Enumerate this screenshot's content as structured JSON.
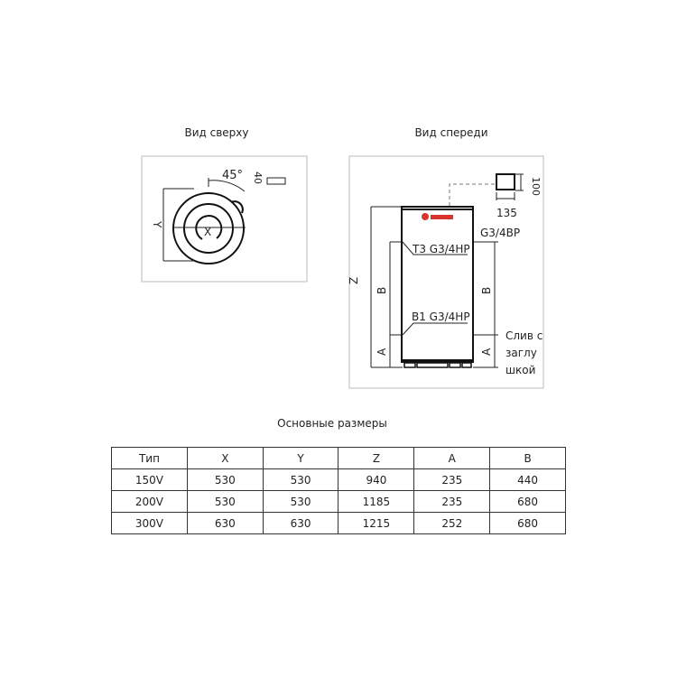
{
  "top_view": {
    "title": "Вид сверху",
    "angle": "45°",
    "dim_40": "40",
    "label_y": "Y",
    "label_x": "X"
  },
  "front_view": {
    "title": "Вид спереди",
    "dim_100": "100",
    "dim_135": "135",
    "g34bp": "G3/4BP",
    "t3": "T3 G3/4HP",
    "b1": "B1 G3/4HP",
    "label_z": "Z",
    "label_b": "B",
    "label_a": "A",
    "drain": [
      "Слив с",
      "заглу",
      "шкой"
    ]
  },
  "table": {
    "title": "Основные размеры",
    "headers": [
      "Тип",
      "X",
      "Y",
      "Z",
      "A",
      "B"
    ],
    "rows": [
      [
        "150V",
        "530",
        "530",
        "940",
        "235",
        "440"
      ],
      [
        "200V",
        "530",
        "530",
        "1185",
        "235",
        "680"
      ],
      [
        "300V",
        "630",
        "630",
        "1215",
        "252",
        "680"
      ]
    ]
  },
  "colors": {
    "logo": "#d9342b"
  }
}
